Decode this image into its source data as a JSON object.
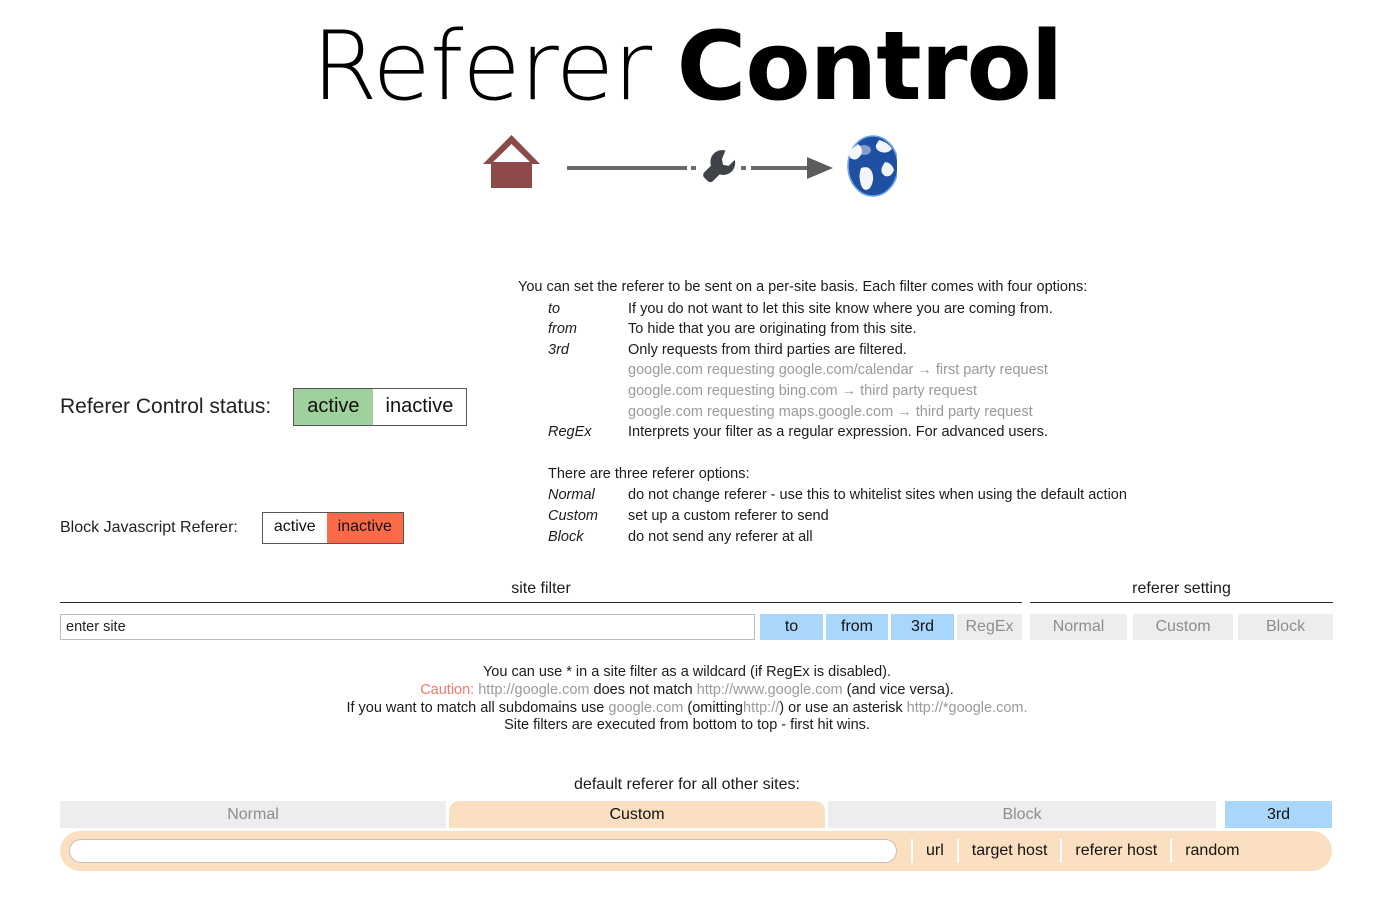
{
  "header": {
    "title_thin": "Referer",
    "title_bold": "Control",
    "graphic": {
      "home_icon": "home-icon",
      "wrench_icon": "wrench-icon",
      "arrow_icon": "arrow-right-icon",
      "globe_icon": "globe-icon"
    }
  },
  "status": {
    "main_label": "Referer Control status:",
    "main_active": "active",
    "main_inactive": "inactive",
    "main_selected": "active",
    "js_label": "Block Javascript Referer:",
    "js_active": "active",
    "js_inactive": "inactive",
    "js_selected": "inactive"
  },
  "explain": {
    "intro": "You can set the referer to be sent on a per-site basis. Each filter comes with four options:",
    "rows": [
      {
        "term": "to",
        "def": "If you do not want to let this site know where you are coming from."
      },
      {
        "term": "from",
        "def": "To hide that you are originating from this site."
      },
      {
        "term": "3rd",
        "def": "Only requests from third parties are filtered."
      },
      {
        "term": "RegEx",
        "def": "Interprets your filter as a regular expression. For advanced users."
      }
    ],
    "third_examples": [
      "google.com requesting google.com/calendar → first party request",
      "google.com requesting bing.com → third party request",
      "google.com requesting maps.google.com → third party request"
    ],
    "intro2": "There are three referer options:",
    "rows2": [
      {
        "term": "Normal",
        "def": "do not change referer - use this to whitelist sites when using the default action"
      },
      {
        "term": "Custom",
        "def": "set up a custom referer to send"
      },
      {
        "term": "Block",
        "def": "do not send any referer at all"
      }
    ]
  },
  "filter": {
    "site_filter_heading": "site filter",
    "referer_setting_heading": "referer setting",
    "site_input_placeholder": "enter site",
    "site_input_value": "",
    "options": [
      {
        "label": "to",
        "state": "on"
      },
      {
        "label": "from",
        "state": "on"
      },
      {
        "label": "3rd",
        "state": "on"
      },
      {
        "label": "RegEx",
        "state": "off"
      }
    ],
    "referer_options": [
      {
        "label": "Normal",
        "state": "off"
      },
      {
        "label": "Custom",
        "state": "off"
      },
      {
        "label": "Block",
        "state": "off"
      }
    ]
  },
  "hints": {
    "line1": "You can use * in a site filter as a wildcard (if RegEx is disabled).",
    "line2_caution": "Caution:",
    "line2_url1": "http://google.com",
    "line2_mid": "does not match",
    "line2_url2": "http://www.google.com",
    "line2_end": "(and vice versa).",
    "line3_a": "If you want to match all subdomains use",
    "line3_url1": "google.com",
    "line3_b": "(omitting",
    "line3_url2": "http://",
    "line3_c": ") or use an asterisk",
    "line3_url3": "http://*google.com.",
    "line4": "Site filters are executed from bottom to top - first hit wins."
  },
  "default_referer": {
    "label": "default referer for all other sites:",
    "buttons": [
      {
        "label": "Normal",
        "state": "off"
      },
      {
        "label": "Custom",
        "state": "custom"
      },
      {
        "label": "Block",
        "state": "off"
      },
      {
        "label": "3rd",
        "state": "blue"
      }
    ],
    "custom_input_value": "",
    "custom_buttons": [
      "url",
      "target host",
      "referer host",
      "random"
    ]
  },
  "colors": {
    "active_green": "#9ed19b",
    "inactive_red": "#fd6a47",
    "option_blue": "#a9d6fb",
    "option_gray": "#ededed",
    "custom_peach": "#fbdfc1",
    "caution_red": "#f4796a",
    "muted_gray": "#9a9a9a"
  }
}
